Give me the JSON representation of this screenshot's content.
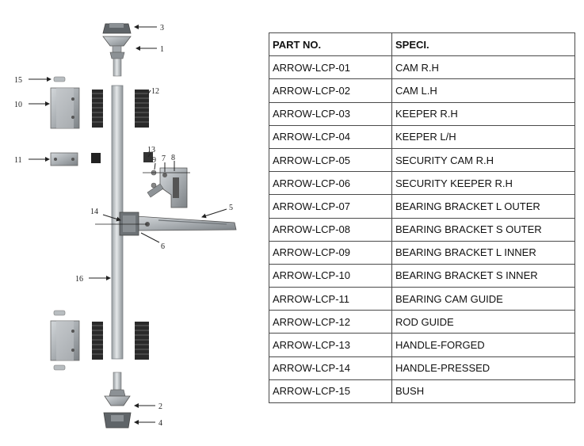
{
  "callouts": [
    "1",
    "2",
    "3",
    "4",
    "5",
    "6",
    "7",
    "8",
    "9",
    "10",
    "11",
    "12",
    "13",
    "14",
    "15",
    "16"
  ],
  "table": {
    "headers": [
      "PART NO.",
      "SPECI."
    ],
    "rows": [
      [
        "ARROW-LCP-01",
        "CAM R.H"
      ],
      [
        "ARROW-LCP-02",
        "CAM L.H"
      ],
      [
        "ARROW-LCP-03",
        "KEEPER R.H"
      ],
      [
        "ARROW-LCP-04",
        "KEEPER L/H"
      ],
      [
        "ARROW-LCP-05",
        "SECURITY CAM R.H"
      ],
      [
        "ARROW-LCP-06",
        "SECURITY KEEPER R.H"
      ],
      [
        "ARROW-LCP-07",
        "BEARING BRACKET L OUTER"
      ],
      [
        "ARROW-LCP-08",
        "BEARING BRACKET S OUTER"
      ],
      [
        "ARROW-LCP-09",
        "BEARING BRACKET L INNER"
      ],
      [
        "ARROW-LCP-10",
        "BEARING BRACKET S INNER"
      ],
      [
        "ARROW-LCP-11",
        "BEARING CAM GUIDE"
      ],
      [
        "ARROW-LCP-12",
        "ROD GUIDE"
      ],
      [
        "ARROW-LCP-13",
        "HANDLE-FORGED"
      ],
      [
        "ARROW-LCP-14",
        "HANDLE-PRESSED"
      ],
      [
        "ARROW-LCP-15",
        "BUSH"
      ]
    ]
  }
}
